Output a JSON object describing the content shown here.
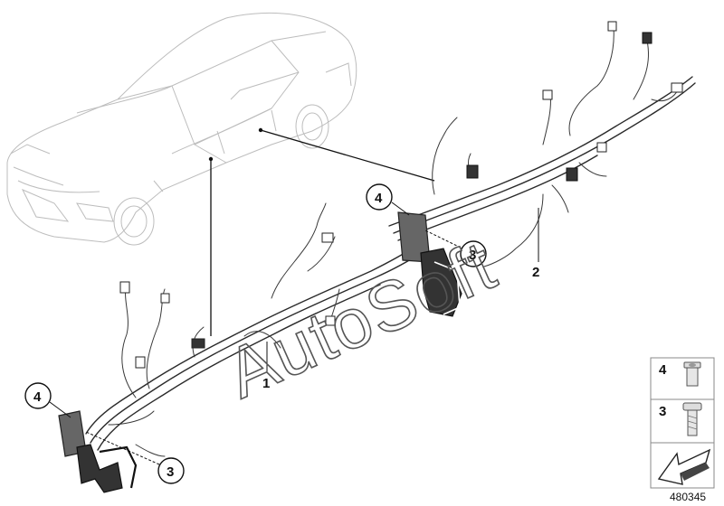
{
  "callouts": {
    "harness_front": "1",
    "harness_rear": "2",
    "part_3": "3",
    "part_4": "4"
  },
  "watermark": "AutoSoft",
  "parts_panel": {
    "items": [
      {
        "number": "4",
        "icon": "nut-rivet-icon"
      },
      {
        "number": "3",
        "icon": "bolt-icon"
      }
    ],
    "nav_icon": "arrow-back-icon"
  },
  "diagram_id": "480345",
  "colors": {
    "line": "#2a2a2a",
    "car_outline": "#bdbdbd",
    "panel_border": "#888888"
  }
}
